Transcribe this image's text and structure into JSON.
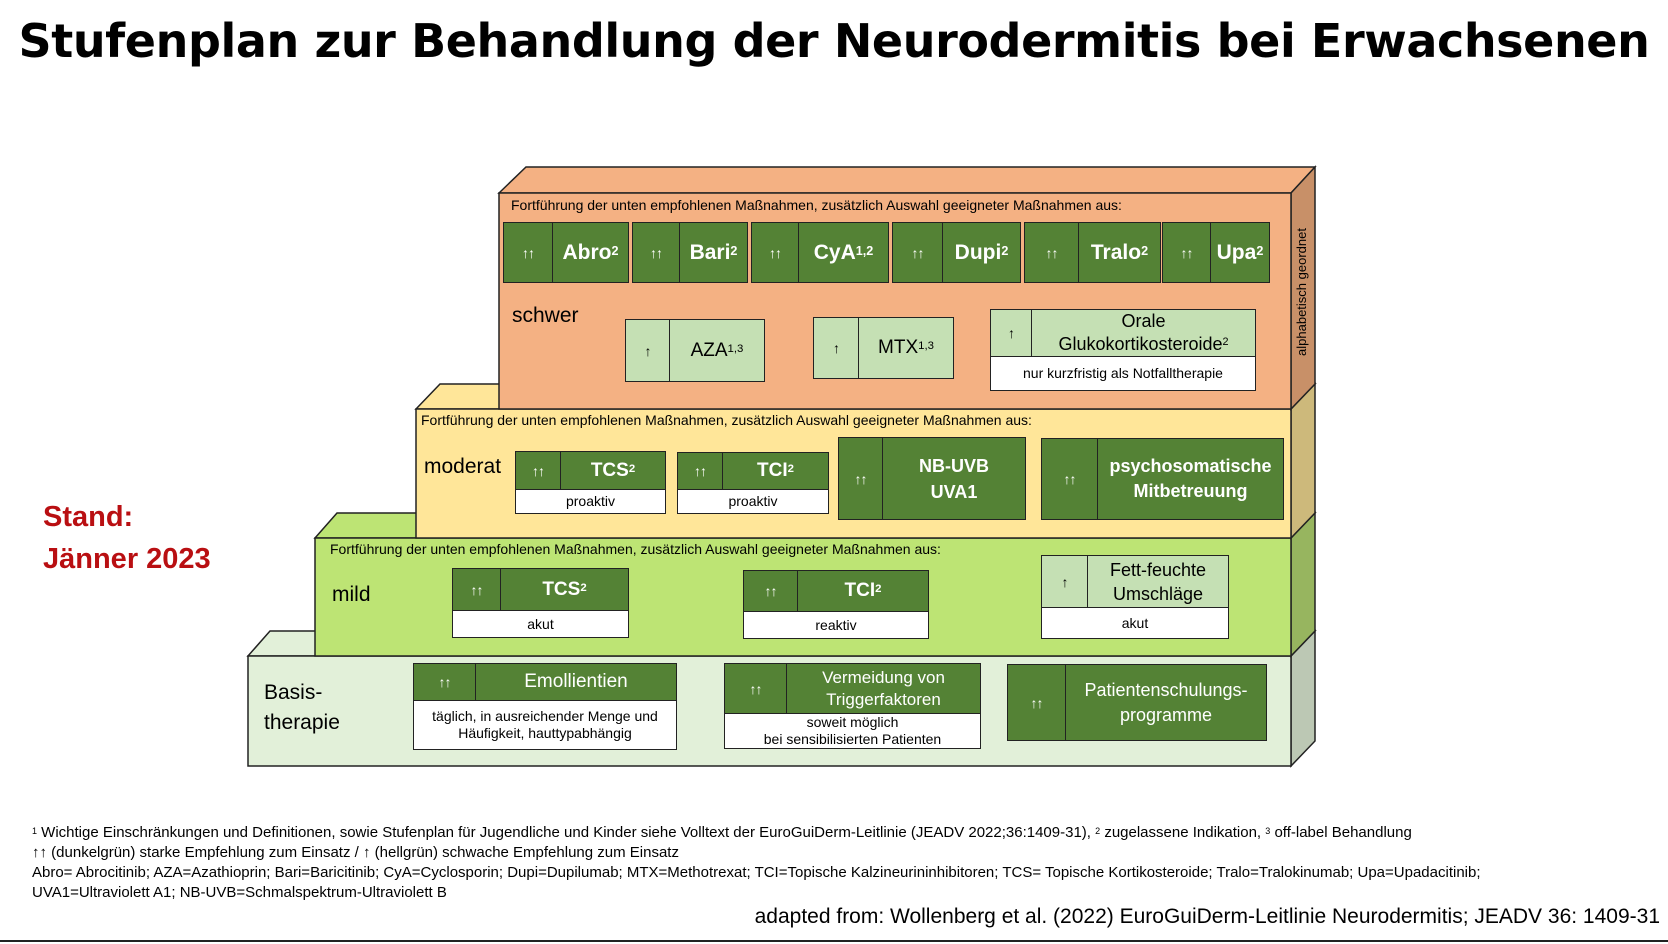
{
  "title": "Stufenplan zur Behandlung der Neurodermitis bei Erwachsenen",
  "stand": {
    "line1": "Stand:",
    "line2": "Jänner 2023"
  },
  "side_label": "alphabetisch geordnet",
  "colors": {
    "dark_green": "#548235",
    "light_green": "#c5e0b4",
    "schwer": "#f4b183",
    "moderat": "#ffe699",
    "mild": "#bde474",
    "basis": "#e2f0d9",
    "stand_red": "#b90f12"
  },
  "arrows": {
    "strong": "↑↑",
    "weak": "↑"
  },
  "levels": {
    "schwer": {
      "label": "schwer",
      "header": "Fortführung der unten empfohlenen Maßnahmen, zusätzlich Auswahl geeigneter Maßnahmen aus:",
      "top": [
        {
          "name": "Abro",
          "sup": "2"
        },
        {
          "name": "Bari",
          "sup": "2"
        },
        {
          "name": "CyA",
          "sup": "1,2"
        },
        {
          "name": "Dupi",
          "sup": "2"
        },
        {
          "name": "Tralo",
          "sup": "2"
        },
        {
          "name": "Upa",
          "sup": "2"
        }
      ],
      "aza": {
        "name": "AZA",
        "sup": "1,3"
      },
      "mtx": {
        "name": "MTX",
        "sup": "1,3"
      },
      "orale": {
        "line1": "Orale",
        "line2": "Glukokortikosteroide",
        "sup": "2",
        "note": "nur kurzfristig als Notfalltherapie"
      }
    },
    "moderat": {
      "label": "moderat",
      "header": "Fortführung der unten empfohlenen Maßnahmen, zusätzlich Auswahl geeigneter Maßnahmen aus:",
      "tcs": {
        "name": "TCS",
        "sup": "2",
        "note": "proaktiv"
      },
      "tci": {
        "name": "TCI",
        "sup": "2",
        "note": "proaktiv"
      },
      "uv": {
        "line1": "NB-UVB",
        "line2": "UVA1"
      },
      "psycho": {
        "line1": "psychosomatische",
        "line2": "Mitbetreuung"
      }
    },
    "mild": {
      "label": "mild",
      "header": "Fortführung der unten empfohlenen Maßnahmen, zusätzlich Auswahl geeigneter Maßnahmen aus:",
      "tcs": {
        "name": "TCS",
        "sup": "2",
        "note": "akut"
      },
      "tci": {
        "name": "TCI",
        "sup": "2",
        "note": "reaktiv"
      },
      "fett": {
        "line1": "Fett-feuchte",
        "line2": "Umschläge",
        "note": "akut"
      }
    },
    "basis": {
      "label_line1": "Basis-",
      "label_line2": "therapie",
      "emoll": {
        "name": "Emollientien",
        "note1": "täglich, in ausreichender Menge und",
        "note2": "Häufigkeit, hauttypabhängig"
      },
      "trigger": {
        "line1": "Vermeidung von",
        "line2": "Triggerfaktoren",
        "note1": "soweit möglich",
        "note2": "bei sensibilisierten Patienten"
      },
      "schulung": {
        "line1": "Patientenschulungs-",
        "line2": "programme"
      }
    }
  },
  "footnotes": {
    "line1_sup1": "1",
    "line1_a": " Wichtige Einschränkungen und Definitionen, sowie Stufenplan für Jugendliche und Kinder siehe Volltext der EuroGuiDerm-Leitlinie (JEADV 2022;36:1409-31), ",
    "line1_sup2": "2",
    "line1_b": " zugelassene Indikation, ",
    "line1_sup3": "3",
    "line1_c": " off-label Behandlung",
    "line2": "↑↑ (dunkelgrün) starke Empfehlung zum Einsatz / ↑ (hellgrün) schwache Empfehlung zum Einsatz",
    "line3": "Abro= Abrocitinib; AZA=Azathioprin; Bari=Baricitinib; CyA=Cyclosporin; Dupi=Dupilumab; MTX=Methotrexat; TCI=Topische Kalzineurininhibitoren; TCS= Topische Kortikosteroide; Tralo=Tralokinumab; Upa=Upadacitinib;",
    "line4": "UVA1=Ultraviolett A1; NB-UVB=Schmalspektrum-Ultraviolett B"
  },
  "source": "adapted from: Wollenberg et al. (2022) EuroGuiDerm-Leitlinie Neurodermitis; JEADV 36: 1409-31"
}
